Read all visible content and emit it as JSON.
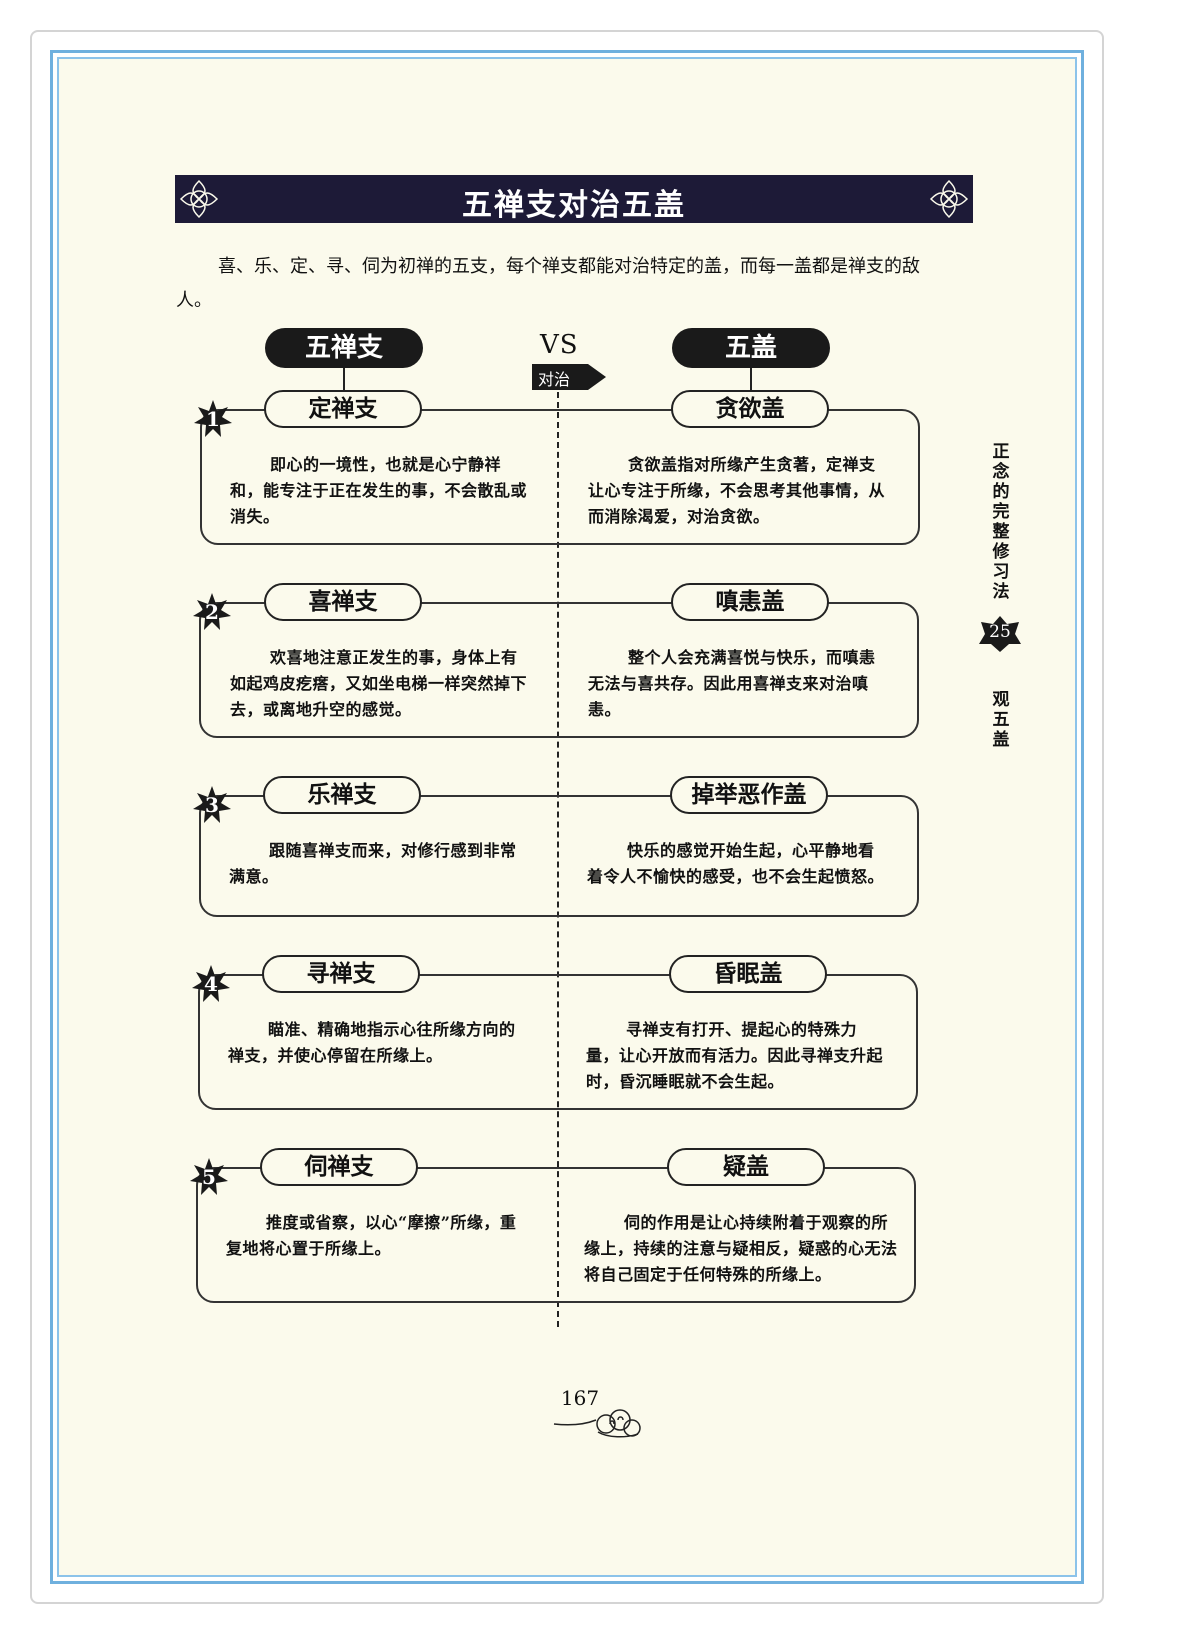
{
  "title": "五禅支对治五盖",
  "intro": "喜、乐、定、寻、伺为初禅的五支，每个禅支都能对治特定的盖，而每一盖都是禅支的敌人。",
  "left_header": "五禅支",
  "right_header": "五盖",
  "vs": "VS",
  "vs_arrow_label": "对治",
  "rows": [
    {
      "num": "1",
      "left_label": "定禅支",
      "right_label": "贪欲盖",
      "left_desc": "即心的一境性，也就是心宁静祥和，能专注于正在发生的事，不会散乱或消失。",
      "right_desc": "贪欲盖指对所缘产生贪著，定禅支让心专注于所缘，不会思考其他事情，从而消除渴爱，对治贪欲。"
    },
    {
      "num": "2",
      "left_label": "喜禅支",
      "right_label": "嗔恚盖",
      "left_desc": "欢喜地注意正发生的事，身体上有如起鸡皮疙瘩，又如坐电梯一样突然掉下去，或离地升空的感觉。",
      "right_desc": "整个人会充满喜悦与快乐，而嗔恚无法与喜共存。因此用喜禅支来对治嗔恚。"
    },
    {
      "num": "3",
      "left_label": "乐禅支",
      "right_label": "掉举恶作盖",
      "left_desc": "跟随喜禅支而来，对修行感到非常满意。",
      "right_desc": "快乐的感觉开始生起，心平静地看着令人不愉快的感受，也不会生起愤怒。"
    },
    {
      "num": "4",
      "left_label": "寻禅支",
      "right_label": "昏眠盖",
      "left_desc": "瞄准、精确地指示心往所缘方向的禅支，并使心停留在所缘上。",
      "right_desc": "寻禅支有打开、提起心的特殊力量，让心开放而有活力。因此寻禅支升起时，昏沉睡眠就不会生起。"
    },
    {
      "num": "5",
      "left_label": "伺禅支",
      "right_label": "疑盖",
      "left_desc": "推度或省察，以心“摩擦”所缘，重复地将心置于所缘上。",
      "right_desc": "伺的作用是让心持续附着于观察的所缘上，持续的注意与疑相反，疑惑的心无法将自己固定于任何特殊的所缘上。"
    }
  ],
  "side": {
    "title": "正念的完整修习法",
    "chapter_num": "25",
    "subtitle": "观五盖"
  },
  "page_number": "167"
}
